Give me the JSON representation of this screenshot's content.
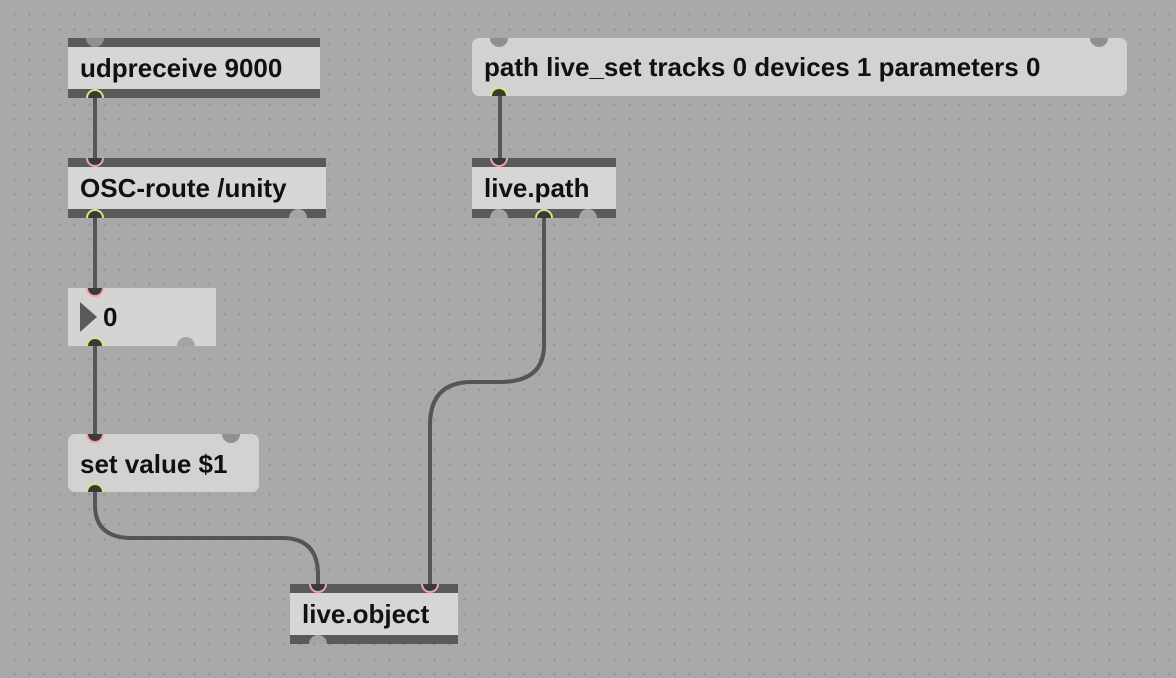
{
  "patcher": {
    "objects": {
      "udpreceive": {
        "text": "udpreceive 9000"
      },
      "osc_route": {
        "text": "OSC-route /unity"
      },
      "live_path": {
        "text": "live.path"
      },
      "live_object": {
        "text": "live.object"
      }
    },
    "messages": {
      "path_msg": {
        "text": "path live_set tracks 0 devices 1 parameters 0"
      },
      "set_value": {
        "text": "set value $1"
      }
    },
    "number_box": {
      "value": "0"
    }
  },
  "colors": {
    "canvas_background": "#a9a9a9",
    "object_box": "#d6d6d6",
    "object_border": "#5a5a5a",
    "patch_cord": "#555555",
    "inlet_highlight": "#f0a3a3",
    "outlet_highlight": "#e3e37a"
  }
}
